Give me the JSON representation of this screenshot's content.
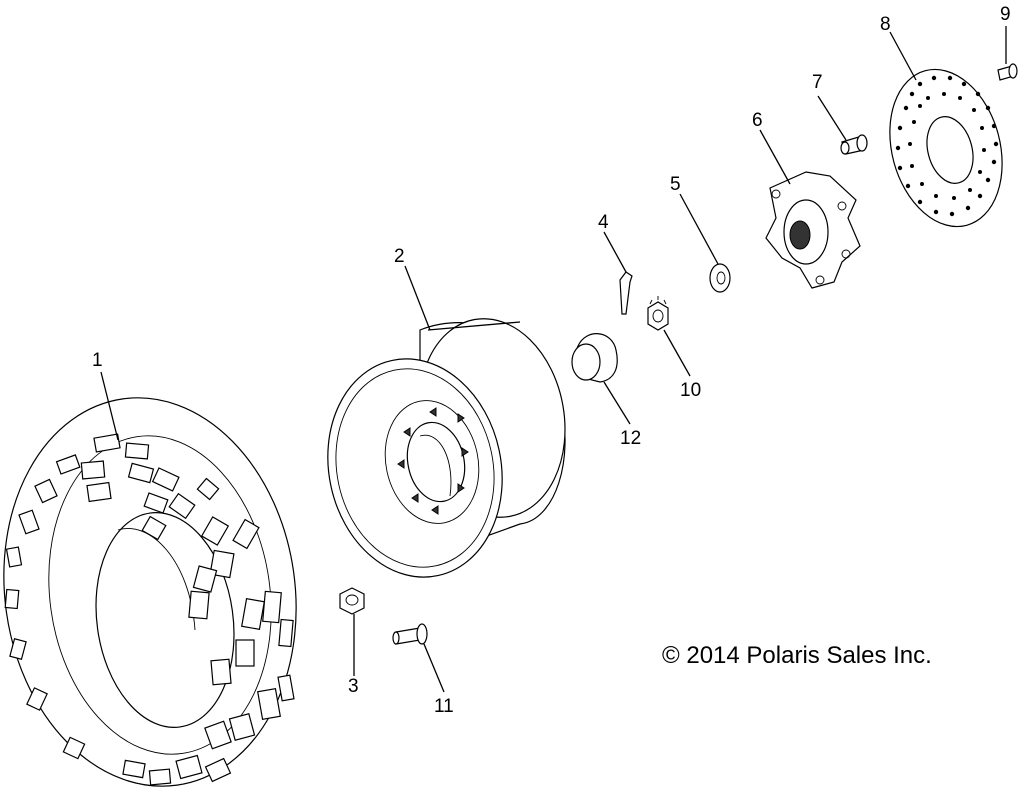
{
  "callouts": {
    "c1": "1",
    "c2": "2",
    "c3": "3",
    "c4": "4",
    "c5": "5",
    "c6": "6",
    "c7": "7",
    "c8": "8",
    "c9": "9",
    "c10": "10",
    "c11": "11",
    "c12": "12"
  },
  "copyright": "© 2014  Polaris Sales Inc."
}
